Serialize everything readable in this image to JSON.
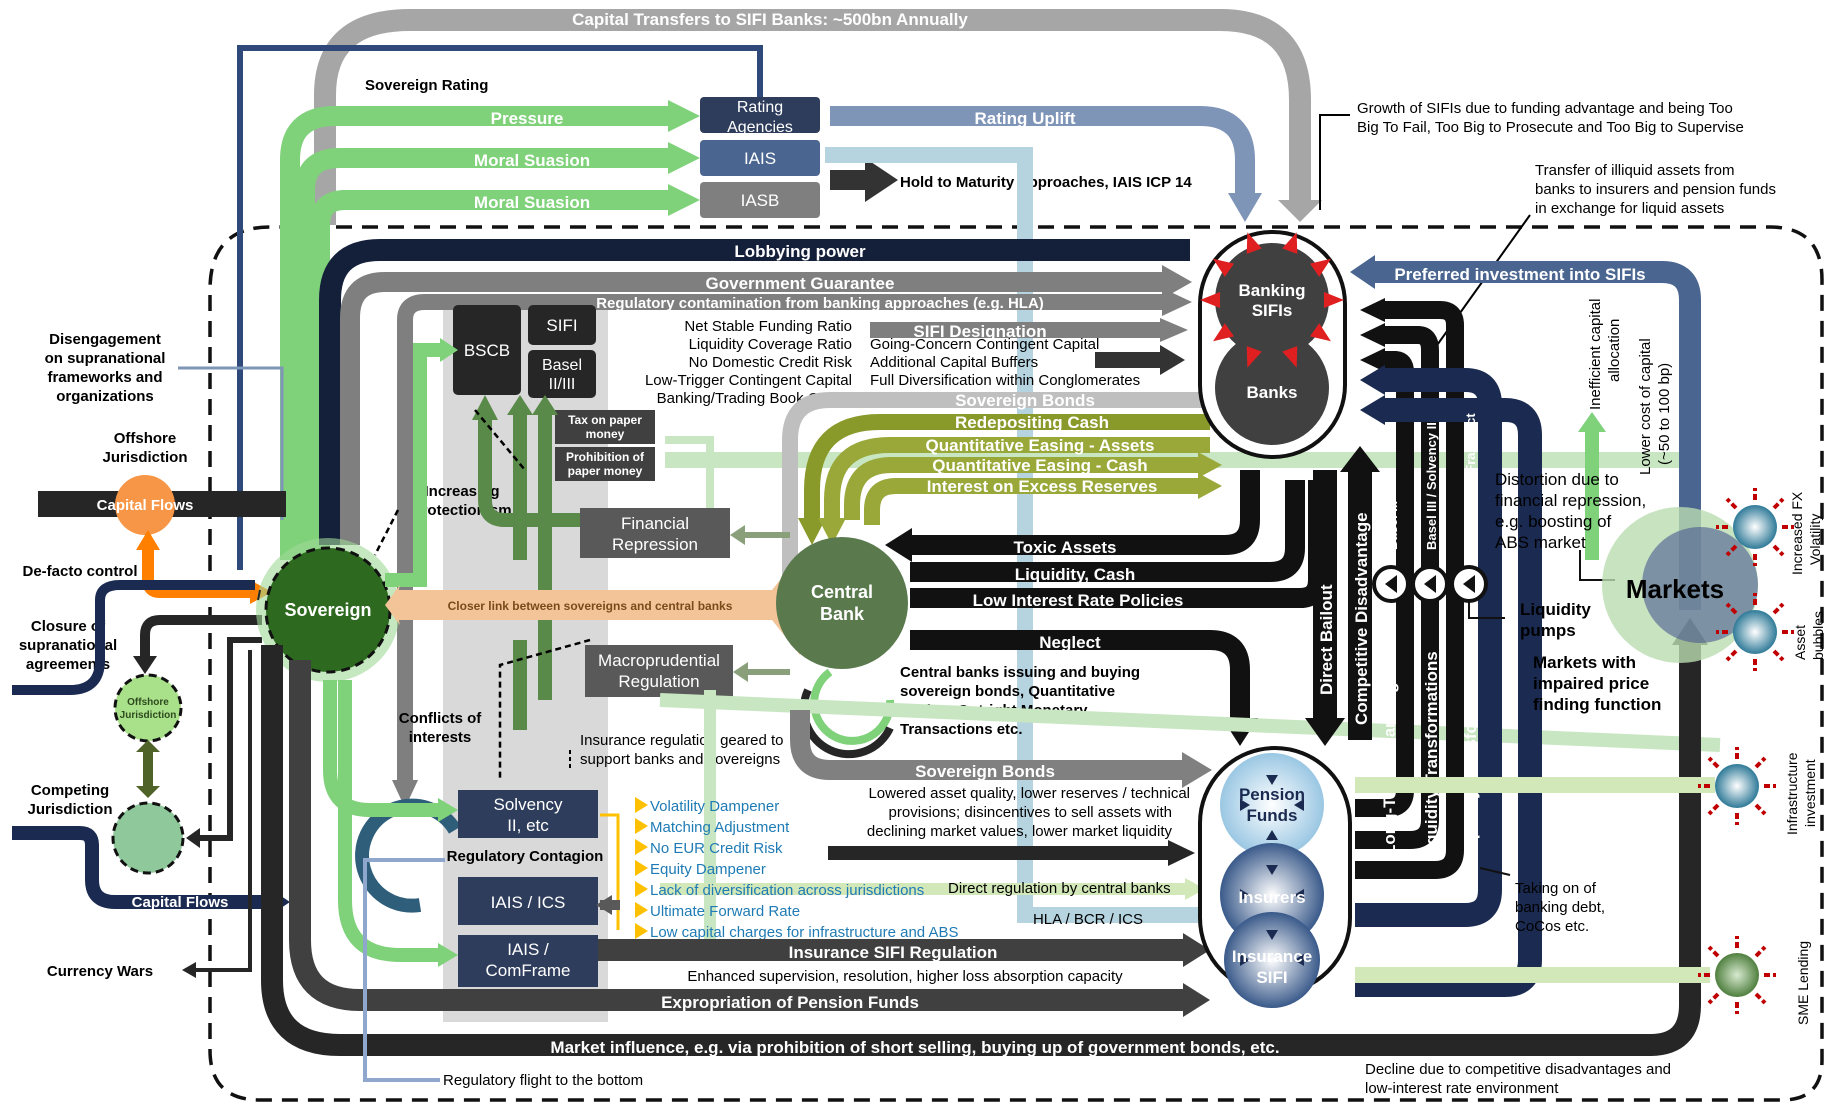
{
  "top_flow": "Capital Transfers to SIFI Banks: ~500bn Annually",
  "sovereign_rating": "Sovereign Rating",
  "pressure": "Pressure",
  "moral_suasion_1": "Moral Suasion",
  "moral_suasion_2": "Moral Suasion",
  "rating_agencies": "Rating Agencies",
  "iais_top": "IAIS",
  "iasb": "IASB",
  "rating_uplift": "Rating Uplift",
  "hold_to_maturity": "Hold to Maturity Approaches, IAIS ICP 14",
  "growth_note": [
    "Growth of SIFIs due to funding advantage and being Too",
    "Big To Fail, Too Big to Prosecute and Too Big to Supervise"
  ],
  "transfer_note": [
    "Transfer of illiquid assets from",
    "banks to insurers and pension funds",
    "in exchange for liquid assets"
  ],
  "lobbying_power": "Lobbying power",
  "government_guarantee": "Government Guarantee",
  "regulatory_contamination": "Regulatory contamination from banking approaches (e.g. HLA)",
  "preferred_investment": "Preferred investment into SIFIs",
  "banking_sifis": [
    "Banking",
    "SIFIs"
  ],
  "banks": "Banks",
  "bscb": "BSCB",
  "sifi_box": "SIFI",
  "basel_box": [
    "Basel",
    "II/III"
  ],
  "basel_list": [
    "Net Stable Funding Ratio",
    "Liquidity Coverage Ratio",
    "No Domestic Credit Risk",
    "Low-Trigger Contingent Capital",
    "Banking/Trading Book Option"
  ],
  "sifi_designation": "SIFI Designation",
  "sifi_list": [
    "Going-Concern Contingent Capital",
    "Additional Capital Buffers",
    "Full Diversification within Conglomerates"
  ],
  "tax_on_paper_money": [
    "Tax on paper",
    "money"
  ],
  "prohibition_paper_money": [
    "Prohibition of",
    "paper money"
  ],
  "sovereign_bonds_top": "Sovereign Bonds",
  "redepositing_cash": "Redepositing Cash",
  "qe_assets": "Quantitative Easing - Assets",
  "qe_cash": "Quantitative Easing - Cash",
  "interest_excess_reserves": "Interest on Excess Reserves",
  "disengagement": [
    "Disengagement",
    "on supranational",
    "frameworks and",
    "organizations"
  ],
  "offshore_jurisdiction_label": [
    "Offshore",
    "Jurisdiction"
  ],
  "capital_flows_top": "Capital Flows",
  "increasing_protectionism": [
    "Increasing",
    "protectionism"
  ],
  "financial_repression": [
    "Financial",
    "Repression"
  ],
  "de_facto_control": "De-facto control",
  "sovereign": "Sovereign",
  "closer_link": "Closer link between sovereigns and central banks",
  "central_bank": [
    "Central",
    "Bank"
  ],
  "closure_agreements": [
    "Closure of",
    "supranational",
    "agreements"
  ],
  "offshore_small": [
    "Offshore",
    "Jurisdiction"
  ],
  "toxic_assets": "Toxic Assets",
  "liquidity_cash": "Liquidity, Cash",
  "low_interest": "Low Interest Rate Policies",
  "neglect": "Neglect",
  "macroprudential": [
    "Macroprudential",
    "Regulation"
  ],
  "conflicts_of_interests": [
    "Conflicts of",
    "interests"
  ],
  "cb_issuing": [
    "Central banks issuing and buying",
    "sovereign bonds, Quantitative",
    "Easing, Outright Monetary",
    "Transactions etc."
  ],
  "insurance_regulation_note": [
    "Insurance regulation geared to",
    "support banks and sovereigns"
  ],
  "competing_jurisdiction": [
    "Competing",
    "Jurisdiction"
  ],
  "solvency": [
    "Solvency",
    "II, etc"
  ],
  "regulatory_contagion": "Regulatory Contagion",
  "capital_flows_bottom": "Capital Flows",
  "iais_ics": "IAIS / ICS",
  "iais_comframe": [
    "IAIS /",
    "ComFrame"
  ],
  "currency_wars": "Currency Wars",
  "solvency_items": [
    "Volatility Dampener",
    "Matching Adjustment",
    "No EUR Credit Risk",
    "Equity Dampener",
    "Lack of diversification across jurisdictions",
    "Ultimate Forward Rate",
    "Low capital charges for infrastructure and ABS"
  ],
  "sovereign_bonds_bottom": "Sovereign Bonds",
  "lowered_asset": [
    "Lowered asset quality, lower reserves / technical",
    "provisions; disincentives to sell assets with",
    "declining market values, lower market liquidity"
  ],
  "direct_regulation": "Direct regulation by central banks",
  "hla_bcr": "HLA / BCR / ICS",
  "insurance_sifi_regulation": "Insurance SIFI Regulation",
  "enhanced_supervision": "Enhanced supervision, resolution, higher loss absorption capacity",
  "expropriation": "Expropriation of Pension Funds",
  "market_influence": "Market influence, e.g. via prohibition of short selling,  buying up of government bonds, etc.",
  "regulatory_flight": "Regulatory flight to the bottom",
  "decline_note": [
    "Decline due to competitive disadvantages and",
    "low-interest rate environment"
  ],
  "pension_funds": [
    "Pension",
    "Funds"
  ],
  "insurers": "Insurers",
  "insurance_sifi": [
    "Insurance",
    "SIFI"
  ],
  "direct_bailout": "Direct Bailout",
  "competitive_disadvantage": "Competitive Disadvantage",
  "long_term_financing": "Long-Term Financing",
  "liquidity_transformations_1": "Liquidity Transformations",
  "liquidity_transformations_2": "Liquidity Transformations",
  "basel_iii_v": "Basel III",
  "basel_iii_solvency_v": "Basel III / Solvency II",
  "emir_v": "EMIR, Dodd-Frank Act",
  "liquidity_pumps": [
    "Liquidity",
    "pumps"
  ],
  "taking_on_debt": [
    "Taking on of",
    "banking debt,",
    "CoCos etc."
  ],
  "inefficient_capital": [
    "Inefficient capital",
    "allocation"
  ],
  "lower_cost_capital": [
    "Lower cost of capital",
    "(~50 to 100 bp)"
  ],
  "distortion_note": [
    "Distortion due to",
    "financial repression,",
    "e.g. boosting of",
    "ABS market"
  ],
  "markets": "Markets",
  "markets_impaired": [
    "Markets with",
    "impaired price",
    "finding function"
  ],
  "increased_fx": [
    "Increased FX",
    "Volatility"
  ],
  "asset_bubbles": [
    "Asset",
    "bubbles"
  ],
  "infrastructure_investment": [
    "Infrastructure",
    "investment"
  ],
  "sme_lending": "SME Lending"
}
